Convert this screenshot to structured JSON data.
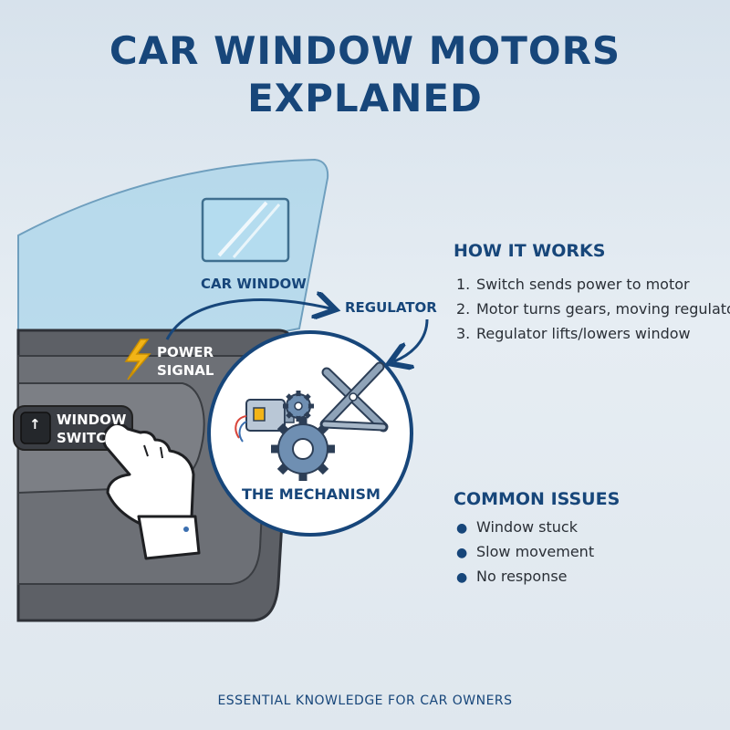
{
  "title": {
    "line1": "CAR WINDOW MOTORS",
    "line2": "EXPLANED"
  },
  "diagram": {
    "car_window_label": "CAR WINDOW",
    "regulator_label": "REGULATOR",
    "power_signal_line1": "POWER",
    "power_signal_line2": "SIGNAL",
    "window_switch_line1": "WINDOW",
    "window_switch_line2": "SWITC",
    "switch_arrow": "↑",
    "mechanism_label": "THE MECHANISM",
    "icons": [
      "lightning-bolt-icon",
      "pointing-hand-icon",
      "motor-icon",
      "gear-icon",
      "scissor-lift-icon"
    ]
  },
  "how_it_works": {
    "heading": "HOW IT WORKS",
    "steps": [
      {
        "num": "1.",
        "text": "Switch sends power to motor"
      },
      {
        "num": "2.",
        "text": "Motor turns gears, moving regulator"
      },
      {
        "num": "3.",
        "text": "Regulator lifts/lowers window"
      }
    ]
  },
  "common_issues": {
    "heading": "COMMON ISSUES",
    "bullet": "●",
    "items": [
      "Window stuck",
      "Slow movement",
      "No response"
    ]
  },
  "footer": "ESSENTIAL KNOWLEDGE FOR CAR OWNERS",
  "colors": {
    "accent_blue": "#17467a",
    "glass": "#a9d4ea",
    "door_panel": "#5d6066",
    "bolt": "#f2b417"
  }
}
